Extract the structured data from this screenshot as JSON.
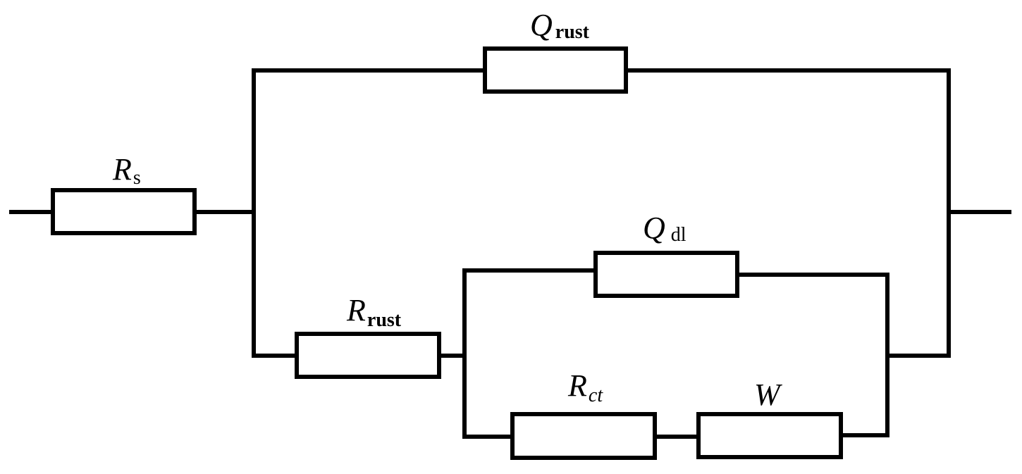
{
  "components": {
    "rs": {
      "symbol": "R",
      "subscript": "s"
    },
    "qrust": {
      "symbol": "Q",
      "subscript": "rust"
    },
    "rrust": {
      "symbol": "R",
      "subscript": "rust"
    },
    "qdl": {
      "symbol": "Q",
      "subscript": "dl"
    },
    "rct": {
      "symbol": "R",
      "subscript": "ct"
    },
    "w": {
      "symbol": "W",
      "subscript": ""
    }
  }
}
